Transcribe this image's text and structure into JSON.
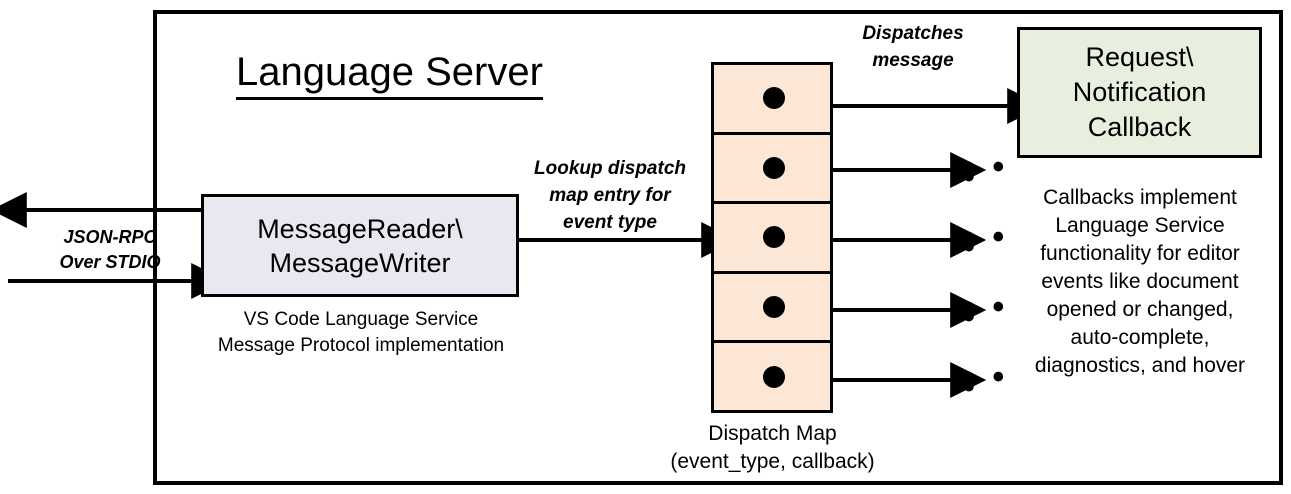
{
  "diagram": {
    "title": "Language Server",
    "frame_label": "language-server-boundary"
  },
  "external_io": {
    "label": "JSON-RPC\nOver STDIO",
    "line1": "JSON-RPC",
    "line2": "Over STDIO",
    "inbound_arrow": "arrow pointing right into MessageReader",
    "outbound_arrow": "arrow pointing left out of Language Server"
  },
  "reader_writer": {
    "line1": "MessageReader\\",
    "line2": "MessageWriter",
    "caption_line1": "VS Code Language Service",
    "caption_line2": "Message Protocol implementation",
    "fill": "#EAE7F0"
  },
  "lookup_edge": {
    "line1": "Lookup dispatch",
    "line2": "map entry for",
    "line3": "event type"
  },
  "dispatch_map": {
    "caption_line1": "Dispatch Map",
    "caption_line2": "(event_type, callback)",
    "fill": "#FCE6D5",
    "row_count": 5,
    "rows": [
      {
        "index": 1,
        "has_dot": true,
        "target": "Request\\Notification Callback"
      },
      {
        "index": 2,
        "has_dot": true,
        "target": "..."
      },
      {
        "index": 3,
        "has_dot": true,
        "target": "..."
      },
      {
        "index": 4,
        "has_dot": true,
        "target": "..."
      },
      {
        "index": 5,
        "has_dot": true,
        "target": "..."
      }
    ]
  },
  "dispatch_edge": {
    "line1": "Dispatches",
    "line2": "message"
  },
  "callback": {
    "line1": "Request\\",
    "line2": "Notification",
    "line3": "Callback",
    "fill": "#E8EFDF",
    "caption_line1": "Callbacks implement",
    "caption_line2": "Language Service",
    "caption_line3": "functionality for editor",
    "caption_line4": "events like document",
    "caption_line5": "opened or changed,",
    "caption_line6": "auto-complete,",
    "caption_line7": "diagnostics, and hover"
  },
  "ellipses": {
    "glyph": "• • •"
  },
  "colors": {
    "stroke": "#000000",
    "background": "#FFFFFF",
    "reader_fill": "#EAE7F0",
    "map_fill": "#FCE6D5",
    "callback_fill": "#E8EFDF"
  }
}
